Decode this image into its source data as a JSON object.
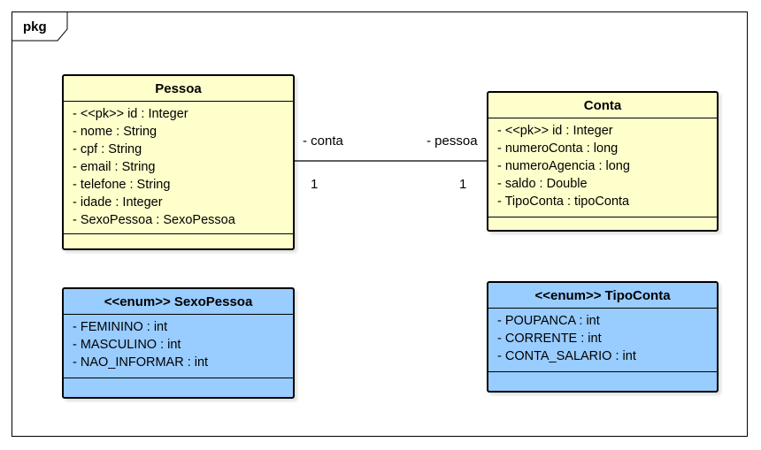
{
  "package": {
    "label": "pkg"
  },
  "classes": {
    "pessoa": {
      "name": "Pessoa",
      "attributes": [
        "- <<pk>> id : Integer",
        "- nome : String",
        "- cpf : String",
        "- email : String",
        "- telefone : String",
        "- idade : Integer",
        "- SexoPessoa : SexoPessoa"
      ]
    },
    "conta": {
      "name": "Conta",
      "attributes": [
        "- <<pk>> id : Integer",
        "- numeroConta : long",
        "- numeroAgencia : long",
        "- saldo : Double",
        "- TipoConta : tipoConta"
      ]
    },
    "sexo_pessoa": {
      "name": "<<enum>> SexoPessoa",
      "attributes": [
        "- FEMININO : int",
        "- MASCULINO : int",
        "- NAO_INFORMAR : int"
      ]
    },
    "tipo_conta": {
      "name": "<<enum>> TipoConta",
      "attributes": [
        "- POUPANCA : int",
        "- CORRENTE : int",
        "- CONTA_SALARIO : int"
      ]
    }
  },
  "association": {
    "left_role": "- conta",
    "right_role": "- pessoa",
    "left_multiplicity": "1",
    "right_multiplicity": "1"
  },
  "colors": {
    "entity_fill": "#FFFFCC",
    "enum_fill": "#99CCFF",
    "line": "#000000"
  }
}
